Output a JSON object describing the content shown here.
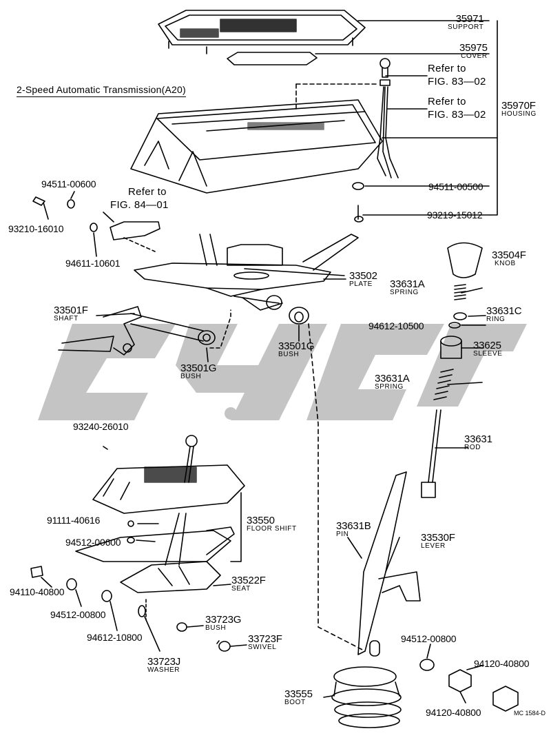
{
  "diagram": {
    "title": "2-Speed Automatic Transmission(A20)",
    "refer_to_label": "Refer to",
    "fig_83_02": "FIG. 83—02",
    "fig_84_01": "FIG. 84—01",
    "drawing_code": "MC 1584-D"
  },
  "parts": [
    {
      "id": "p35971",
      "number": "35971",
      "name": "SUPPORT"
    },
    {
      "id": "p35975",
      "number": "35975",
      "name": "COVER"
    },
    {
      "id": "p35970F",
      "number": "35970F",
      "name": "HOUSING"
    },
    {
      "id": "p94511_00500",
      "number": "94511-00500",
      "name": ""
    },
    {
      "id": "p93219_15012",
      "number": "93219-15012",
      "name": ""
    },
    {
      "id": "p94511_00600",
      "number": "94511-00600",
      "name": ""
    },
    {
      "id": "p93210_16010",
      "number": "93210-16010",
      "name": ""
    },
    {
      "id": "p94611_10601",
      "number": "94611-10601",
      "name": ""
    },
    {
      "id": "p33502",
      "number": "33502",
      "name": "PLATE"
    },
    {
      "id": "p33504F",
      "number": "33504F",
      "name": "KNOB"
    },
    {
      "id": "p33631A_top",
      "number": "33631A",
      "name": "SPRING"
    },
    {
      "id": "p33631C",
      "number": "33631C",
      "name": "RING"
    },
    {
      "id": "p94612_10500",
      "number": "94612-10500",
      "name": ""
    },
    {
      "id": "p33625",
      "number": "33625",
      "name": "SLEEVE"
    },
    {
      "id": "p33631A_low",
      "number": "33631A",
      "name": "SPRING"
    },
    {
      "id": "p33501F",
      "number": "33501F",
      "name": "SHAFT"
    },
    {
      "id": "p33501G_a",
      "number": "33501G",
      "name": "BUSH"
    },
    {
      "id": "p33501G_b",
      "number": "33501G",
      "name": "BUSH"
    },
    {
      "id": "p93240_26010",
      "number": "93240-26010",
      "name": ""
    },
    {
      "id": "p33631",
      "number": "33631",
      "name": "ROD"
    },
    {
      "id": "p91111_40616",
      "number": "91111-40616",
      "name": ""
    },
    {
      "id": "p33550",
      "number": "33550",
      "name": "FLOOR SHIFT"
    },
    {
      "id": "p94512_00600",
      "number": "94512-00600",
      "name": ""
    },
    {
      "id": "p33631B",
      "number": "33631B",
      "name": "PIN"
    },
    {
      "id": "p33530F",
      "number": "33530F",
      "name": "LEVER"
    },
    {
      "id": "p94110_40800",
      "number": "94110-40800",
      "name": ""
    },
    {
      "id": "p33522F",
      "number": "33522F",
      "name": "SEAT"
    },
    {
      "id": "p94512_00800_a",
      "number": "94512-00800",
      "name": ""
    },
    {
      "id": "p94612_10800",
      "number": "94612-10800",
      "name": ""
    },
    {
      "id": "p33723G",
      "number": "33723G",
      "name": "BUSH"
    },
    {
      "id": "p33723F",
      "number": "33723F",
      "name": "SWIVEL"
    },
    {
      "id": "p33723J",
      "number": "33723J",
      "name": "WASHER"
    },
    {
      "id": "p94512_00800_b",
      "number": "94512-00800",
      "name": ""
    },
    {
      "id": "p94120_40800_a",
      "number": "94120-40800",
      "name": ""
    },
    {
      "id": "p94120_40800_b",
      "number": "94120-40800",
      "name": ""
    },
    {
      "id": "p33555",
      "number": "33555",
      "name": "BOOT"
    }
  ]
}
